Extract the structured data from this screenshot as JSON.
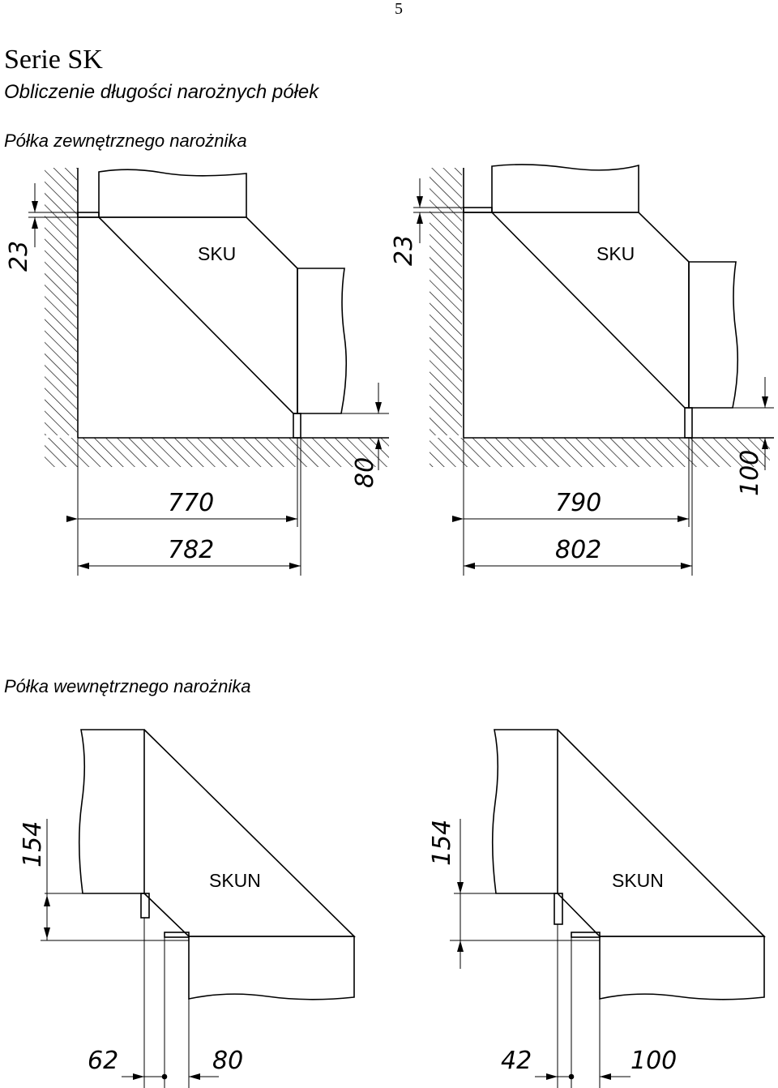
{
  "page_number": "5",
  "title": "Serie SK",
  "subtitle": "Obliczenie długości narożnych półek",
  "sections": {
    "outer": {
      "heading": "Półka zewnętrznego narożnika",
      "drawings": [
        {
          "label": "SKU",
          "dim_top": "23",
          "dim_right": "80",
          "dim_inner": "770",
          "dim_outer": "782"
        },
        {
          "label": "SKU",
          "dim_top": "23",
          "dim_right": "100",
          "dim_inner": "790",
          "dim_outer": "802"
        }
      ]
    },
    "inner": {
      "heading": "Półka wewnętrznego narożnika",
      "drawings": [
        {
          "label": "SKUN",
          "dim_left": "154",
          "dim_bottom_left": "62",
          "dim_bottom_right": "80"
        },
        {
          "label": "SKUN",
          "dim_left": "154",
          "dim_bottom_left": "42",
          "dim_bottom_right": "100"
        }
      ]
    }
  }
}
